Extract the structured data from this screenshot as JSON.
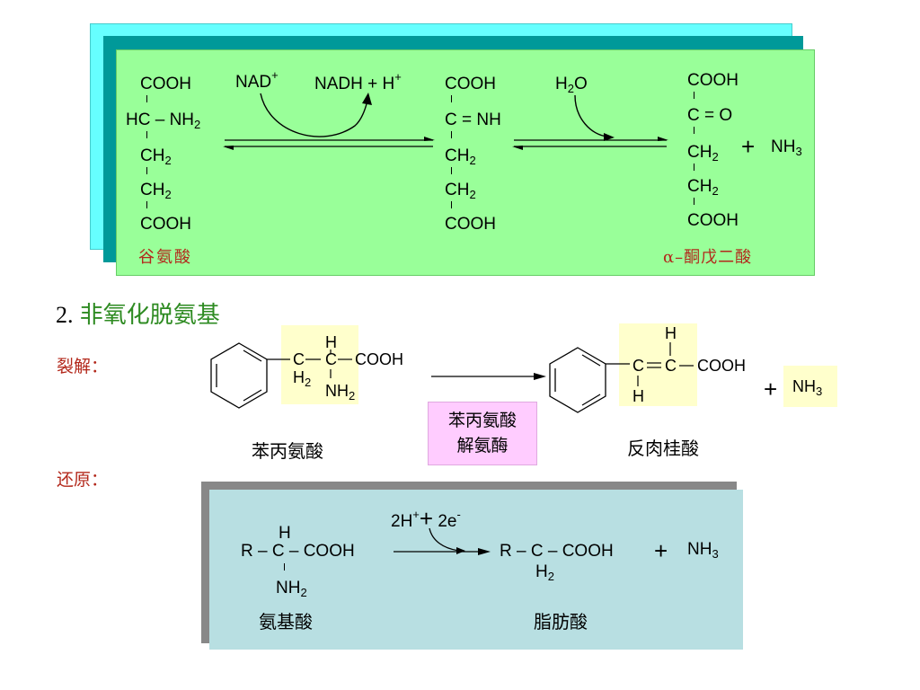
{
  "top_panel": {
    "glutamate_formula": [
      "COOH",
      "HC",
      "NH",
      "CH",
      "CH",
      "COOH"
    ],
    "glutamate_name": "谷氨酸",
    "nad_label": "NAD",
    "nad_charge": "+",
    "nadh_label": "NADH + H",
    "nadh_charge": "+",
    "imino_formula": [
      "COOH",
      "C",
      "NH",
      "CH",
      "CH",
      "COOH"
    ],
    "water_h": "H",
    "water_o": "O",
    "keto_formula": [
      "COOH",
      "C",
      "O",
      "CH",
      "CH",
      "COOH"
    ],
    "plus": "+",
    "ammonia": "NH",
    "keto_name": "α–酮戊二酸"
  },
  "section": {
    "number": "2.",
    "title": "非氧化脱氨基"
  },
  "cleavage": {
    "label": "裂解：",
    "phe_name": "苯丙氨酸",
    "enzyme_line1": "苯丙氨酸",
    "enzyme_line2": "解氨酶",
    "cinnamic_name": "反肉桂酸",
    "plus": "+",
    "ammonia": "NH"
  },
  "reduction": {
    "label": "还原：",
    "reagent_prefix": "2H",
    "reagent_charge": "+",
    "reagent_plus": "+",
    "reagent_electron": "2e",
    "reagent_electron_charge": "-",
    "amino_acid_name": "氨基酸",
    "fatty_acid_name": "脂肪酸",
    "plus": "+",
    "ammonia": "NH"
  },
  "colors": {
    "panel_green": "#99ff99",
    "panel_cyan": "#66ffff",
    "panel_teal": "#009999",
    "panel_blue": "#b8dfe2",
    "highlight_yellow": "#ffffcc",
    "enzyme_pink": "#ffccff",
    "red_text": "#b3281b",
    "green_text": "#2e8b22"
  },
  "icons": [
    "benzene-ring-icon",
    "reaction-arrow-icon",
    "equilibrium-arrow-icon",
    "curved-arrow-icon"
  ]
}
